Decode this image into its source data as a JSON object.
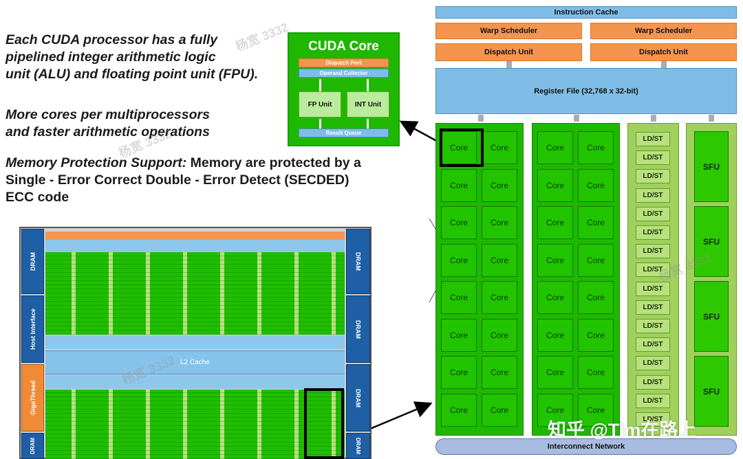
{
  "text": {
    "para1": [
      "Each CUDA processor has a fully",
      "pipelined integer arithmetic logic",
      "unit (ALU) and floating point unit (FPU)."
    ],
    "para2": [
      "More cores per multiprocessors",
      "and faster arithmetic operations"
    ],
    "para3_lead": "Memory Protection Support:",
    "para3_rest": " Memory are protected by a",
    "para3_lines": [
      "Single - Error Correct Double - Error Detect (SECDED)",
      "ECC code"
    ]
  },
  "cuda_core": {
    "title": "CUDA Core",
    "dispatch_port": "Dispatch Port",
    "operand_collector": "Operand Collector",
    "fp_unit": "FP Unit",
    "int_unit": "INT Unit",
    "result_queue": "Result Queue"
  },
  "sm": {
    "instruction_cache": "Instruction Cache",
    "warp_scheduler": "Warp Scheduler",
    "dispatch_unit": "Dispatch Unit",
    "register_file": "Register File (32,768 x 32-bit)",
    "core_label": "Core",
    "ldst_label": "LD/ST",
    "sfu_label": "SFU",
    "interconnect": "Interconnect Network"
  },
  "gpu": {
    "l2_cache": "L2 Cache",
    "dram_label": "DRAM",
    "host_interface": "Host Interface",
    "gigathread": "GigaThread",
    "dram_partial": "DRAM"
  },
  "watermarks": [
    "杨宽 3332",
    "杨宽 3332",
    "杨宽 3332",
    "杨宽 3332"
  ],
  "brand_watermark": "知乎 @Tim在路上",
  "colors": {
    "core_green": "#22c400",
    "cache_blue": "#7fbde6",
    "scheduler_orange": "#f5944e",
    "dram_blue": "#1f5fa6"
  }
}
